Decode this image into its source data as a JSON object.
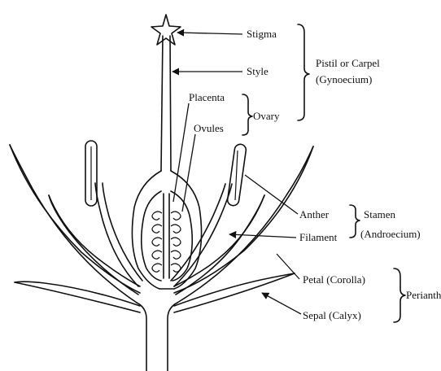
{
  "labels": {
    "stigma": "Stigma",
    "style": "Style",
    "pistil_1": "Pistil or Carpel",
    "pistil_2": "(Gynoecium)",
    "placenta": "Placenta",
    "ovules": "Ovules",
    "ovary": "Ovary",
    "anther": "Anther",
    "filament": "Filament",
    "stamen_1": "Stamen",
    "stamen_2": "(Androecium)",
    "petal": "Petal (Corolla)",
    "sepal": "Sepal (Calyx)",
    "perianth": "Perianth"
  },
  "colors": {
    "ink": "#111111",
    "background": "#ffffff"
  }
}
